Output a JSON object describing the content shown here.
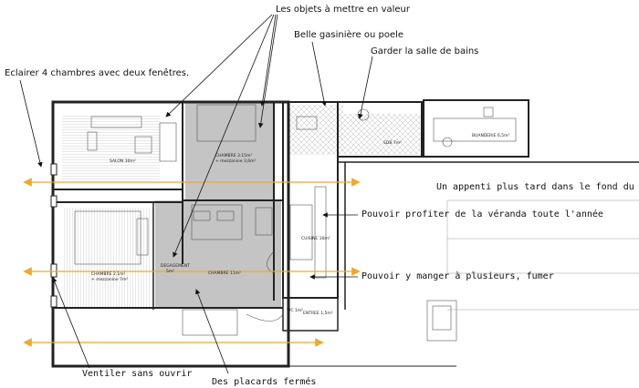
{
  "annotations": {
    "objets": "Les objets à mettre en valeur",
    "gasiniere": "Belle gasinière ou poele",
    "salle_bains": "Garder la salle de bains",
    "eclairer": "Eclairer 4 chambres avec deux fenêtres.",
    "appenti": "Un appenti plus tard dans le fond du jardin",
    "veranda": "Pouvoir profiter de la véranda toute l'année",
    "manger": "Pouvoir y manger à plusieurs, fumer",
    "ventiler": "Ventiler sans ouvrir",
    "placards": "Des placards fermés"
  },
  "rooms": {
    "salon": "SALON 30m²",
    "chambre_top": "CHAMBRE 3.15m²",
    "chambre_top_sub": "+ mezzanine 3,6m²",
    "chambre_left": "CHAMBRE 2.1m²",
    "chambre_left_sub": "+ mezzanine 7m²",
    "degagement": "DEGAGEMENT",
    "degagement_sub": "5m²",
    "chambre_mid": "CHAMBRE 11m²",
    "cuisine": "CUISINE 16m²",
    "sdb": "SDB 7m²",
    "buanderie": "BUANDERIE 6,5m²",
    "wc": "WC 1m²",
    "entree": "ENTREE 1,5m²"
  },
  "colors": {
    "highlight": "#c4c4c4",
    "arrow": "#f5a623",
    "wall": "#222222"
  }
}
